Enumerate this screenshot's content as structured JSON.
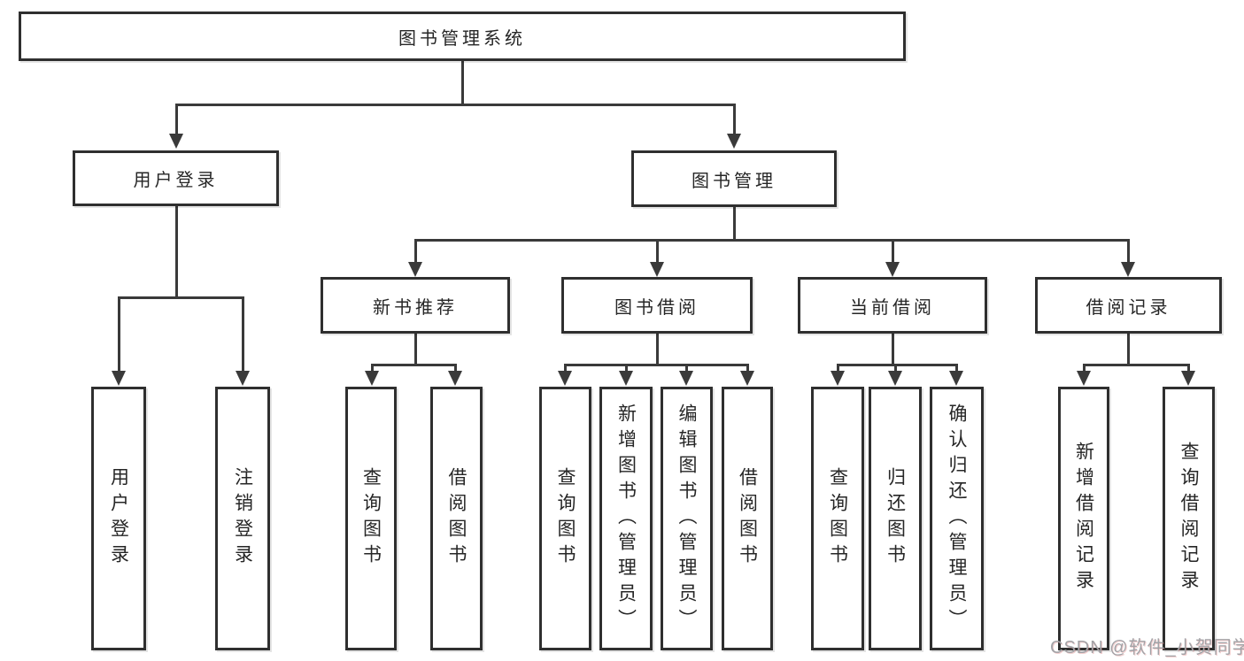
{
  "diagram": {
    "root": {
      "label": "图书管理系统"
    },
    "level2": [
      {
        "label": "用户登录"
      },
      {
        "label": "图书管理"
      }
    ],
    "level3": [
      {
        "label": "新书推荐"
      },
      {
        "label": "图书借阅"
      },
      {
        "label": "当前借阅"
      },
      {
        "label": "借阅记录"
      }
    ],
    "leaves": {
      "user_login": [
        "用户登录",
        "注销登录"
      ],
      "new_book": [
        "查询图书",
        "借阅图书"
      ],
      "book_borrow": [
        "查询图书",
        "新增图书（管理员）",
        "编辑图书（管理员）",
        "借阅图书"
      ],
      "current_borrow": [
        "查询图书",
        "归还图书",
        "确认归还（管理员）"
      ],
      "borrow_record": [
        "新增借阅记录",
        "查询借阅记录"
      ]
    }
  },
  "watermark": {
    "text": "CSDN @软件_小贺同学"
  },
  "colors": {
    "line": "#3a3a3a",
    "box_border": "#2f2f2f",
    "text": "#262626",
    "watermark": "#a3a3a7",
    "background": "#ffffff"
  }
}
